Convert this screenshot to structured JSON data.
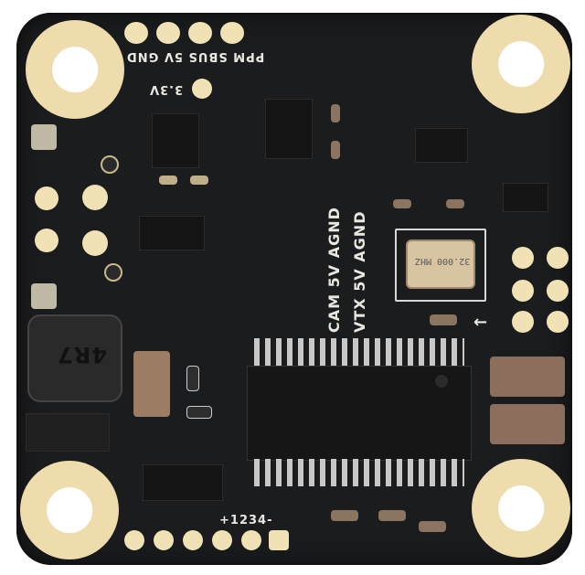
{
  "board": {
    "top_pad_labels": "PPM SBUS 5V GND",
    "reg_label": "3.3V",
    "cam_row": "CAM 5V AGND",
    "vtx_row": "VTX 5V AGND",
    "bottom_row": "+1234-",
    "inductor_marking": "4R7",
    "crystal_marking": "32.000 MHZ"
  },
  "colors": {
    "pcb": "#1b1c1e",
    "pad_gold": "#efdcad",
    "silkscreen": "#e9e7e1"
  }
}
